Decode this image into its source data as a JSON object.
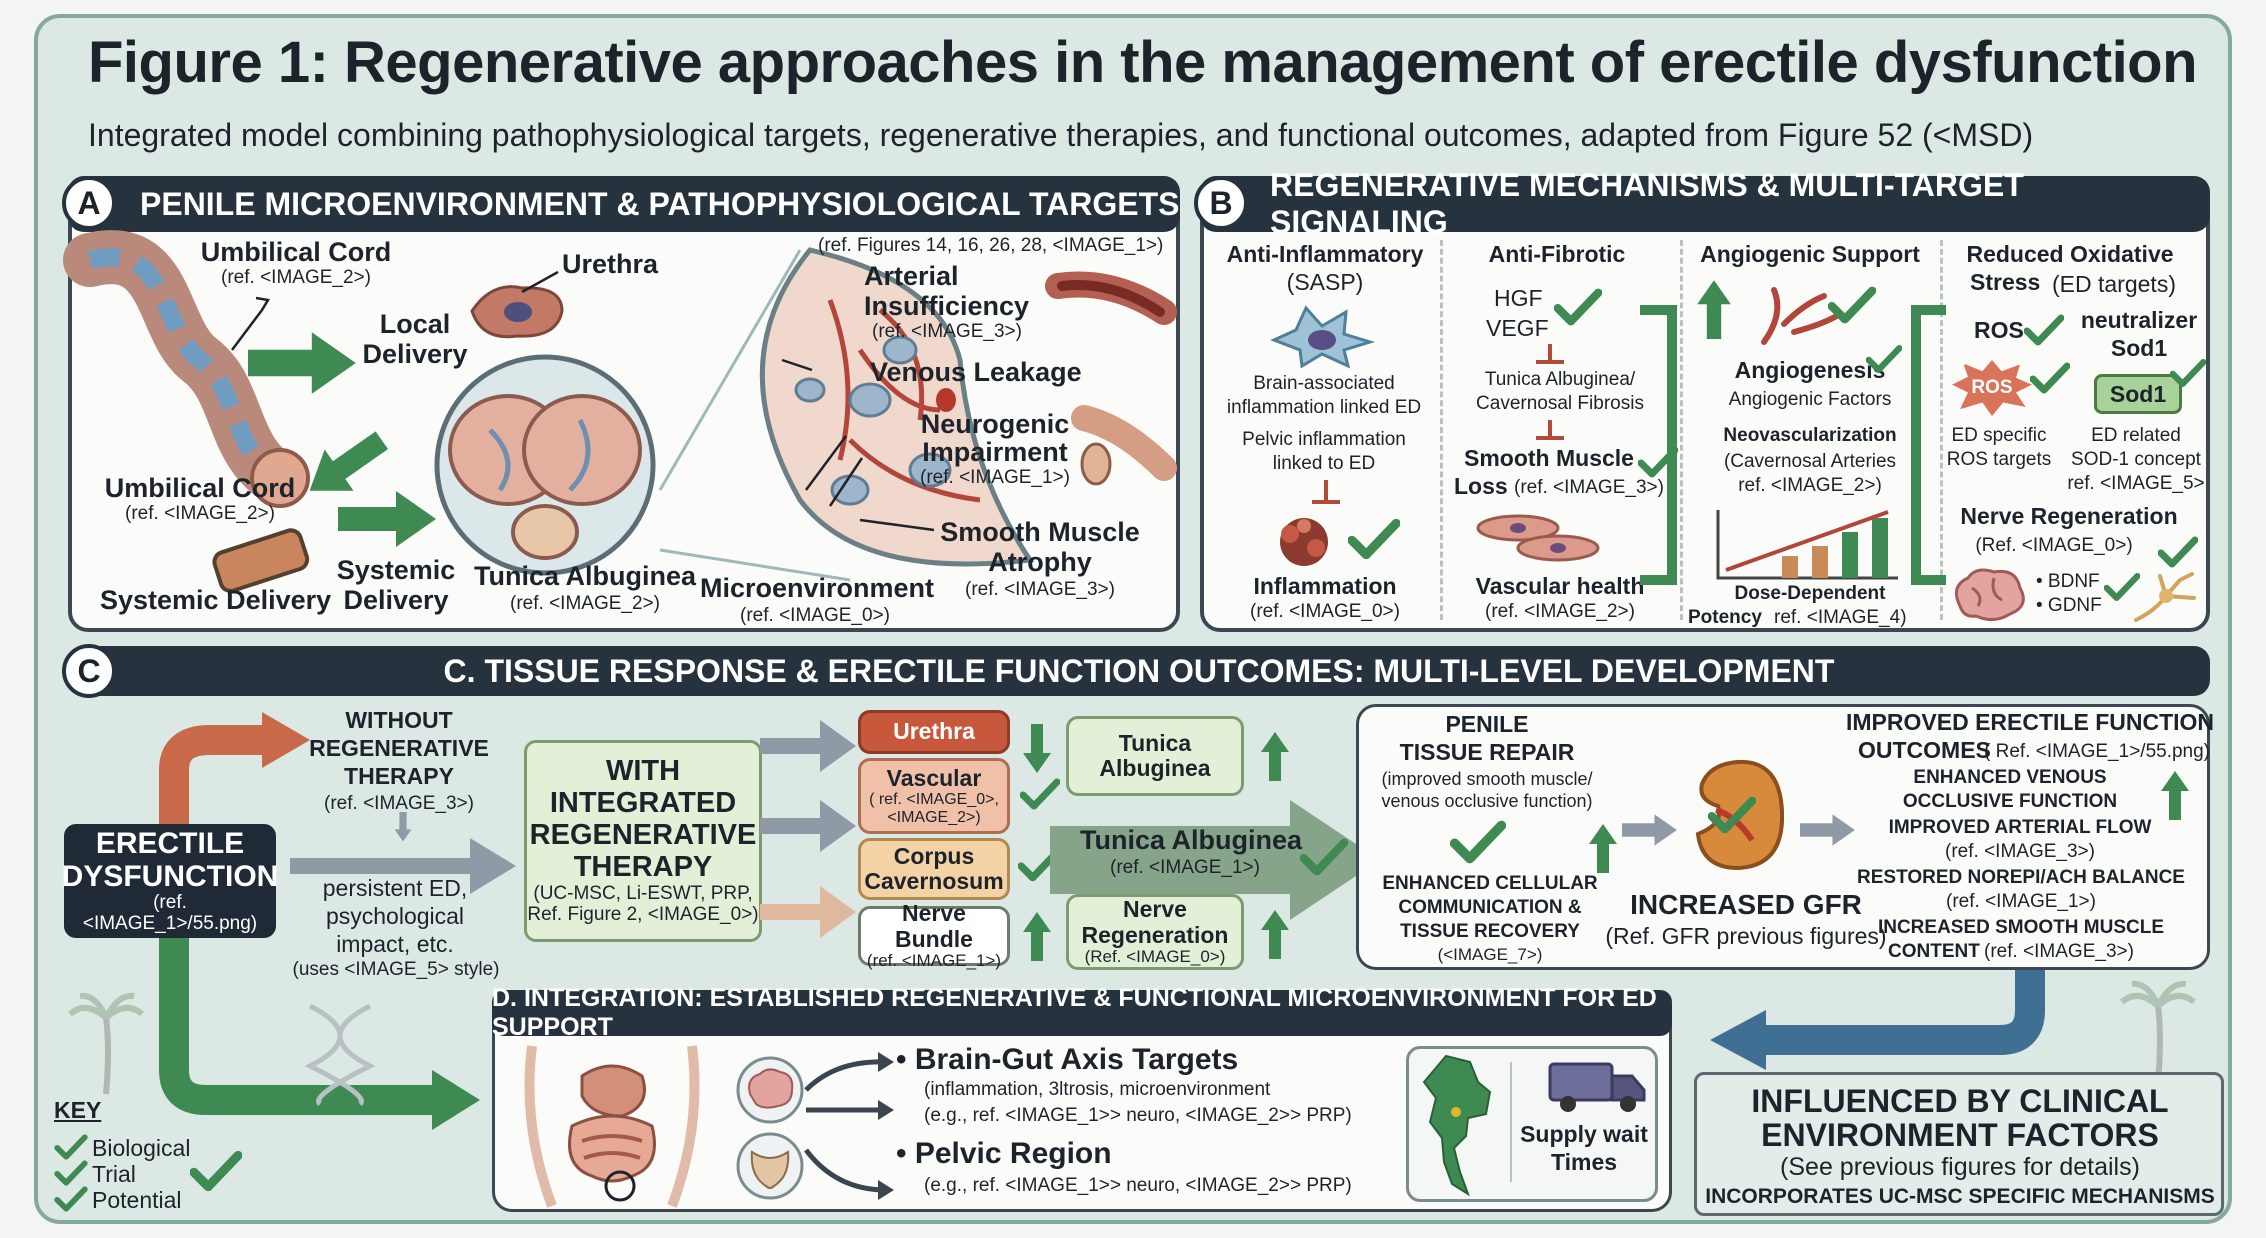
{
  "title": "Figure 1: Regenerative approaches in the management of erectile dysfunction",
  "subtitle": "Integrated model combining pathophysiological targets, regenerative therapies, and functional outcomes, adapted from Figure 52 (<MSD)",
  "colors": {
    "dark": "#26323e",
    "green": "#3f8a52",
    "red": "#c05a3c",
    "blue": "#3f6f93",
    "panel": "#fbfcfa",
    "bg": "#dbe8e4"
  },
  "panelA": {
    "letter": "A",
    "header": "PENILE MICROENVIRONMENT & PATHOPHYSIOLOGICAL TARGETS",
    "umbilical_top": "Umbilical Cord",
    "umbilical_top_ref": "(ref. <IMAGE_2>)",
    "urethra": "Urethra",
    "local_delivery_1": "Local",
    "local_delivery_2": "Delivery",
    "refs_figures": "(ref. Figures 14, 16, 26, 28, <IMAGE_1>)",
    "arterial_1": "Arterial",
    "arterial_2": "Insufficiency",
    "arterial_ref": "(ref. <IMAGE_3>)",
    "venous": "Venous Leakage",
    "neuro_1": "Neurogenic",
    "neuro_2": "Impairment",
    "neuro_ref": "(ref. <IMAGE_1>)",
    "umbilical_bottom": "Umbilical Cord",
    "umbilical_bottom_ref": "(ref. <IMAGE_2>)",
    "smooth_1": "Smooth Muscle",
    "smooth_2": "Atrophy",
    "smooth_ref": "(ref. <IMAGE_3>)",
    "systemic_1": "Systemic",
    "systemic_2": "Delivery",
    "systemic_delivery": "Systemic Delivery",
    "tunica": "Tunica Albuginea",
    "tunica_ref": "(ref. <IMAGE_2>)",
    "micro": "Microenvironment",
    "micro_ref": "(ref. <IMAGE_0>)"
  },
  "panelB": {
    "letter": "B",
    "header": "REGENERATIVE MECHANISMS & MULTI-TARGET SIGNALING",
    "anti_inflam": "Anti-Inflammatory",
    "sasp": "(SASP)",
    "brain_inflam_1": "Brain-associated",
    "brain_inflam_2": "inflammation linked ED",
    "pelvic_inflam_1": "Pelvic inflammation",
    "pelvic_inflam_2": "linked to ED",
    "inflammation": "Inflammation",
    "inflammation_ref": "(ref. <IMAGE_0>)",
    "anti_fibrotic": "Anti-Fibrotic",
    "hgf": "HGF",
    "vegf": "VEGF",
    "fibrosis_1": "Tunica Albuginea/",
    "fibrosis_2": "Cavernosal Fibrosis",
    "smooth_loss_1": "Smooth Muscle",
    "smooth_loss_2": "Loss",
    "smooth_loss_ref": "(ref. <IMAGE_3>)",
    "vascular": "Vascular health",
    "vascular_ref": "(ref. <IMAGE_2>)",
    "angio_support": "Angiogenic Support",
    "angiogenesis": "Angiogenesis",
    "angio_factors": "Angiogenic Factors",
    "neovasc": "Neovascularization",
    "neovasc_sub": "(Cavernosal Arteries",
    "neovasc_ref": "ref. <IMAGE_2>)",
    "dose_1": "Dose-Dependent",
    "dose_2": "Potency",
    "dose_ref": "ref. <IMAGE_4)",
    "oxid_1": "Reduced Oxidative",
    "oxid_2": "Stress",
    "oxid_2b": "(ED targets)",
    "ros": "ROS",
    "ros_badge": "ROS",
    "neutralizer_1": "neutralizer",
    "neutralizer_2": "Sod1",
    "sod1_badge": "Sod1",
    "ed_ros_1": "ED specific",
    "ed_ros_2": "ROS targets",
    "ed_sod_1": "ED related",
    "ed_sod_2": "SOD-1 concept",
    "ed_sod_ref": "ref. <IMAGE_5>",
    "nerve_regen": "Nerve Regeneration",
    "nerve_regen_ref": "(Ref. <IMAGE_0>)",
    "bdnf": "• BDNF",
    "gdnf": "• GDNF"
  },
  "panelC": {
    "letter": "C",
    "header": "C. TISSUE RESPONSE & ERECTILE FUNCTION OUTCOMES: MULTI-LEVEL DEVELOPMENT",
    "ed_1": "ERECTILE",
    "ed_2": "DYSFUNCTION",
    "ed_ref": "(ref. <IMAGE_1>/55.png)",
    "without_1": "WITHOUT",
    "without_2": "REGENERATIVE",
    "without_3": "THERAPY",
    "without_ref": "(ref. <IMAGE_3>)",
    "persist_1": "persistent ED,",
    "persist_2": "psychological",
    "persist_3": "impact, etc.",
    "persist_4": "(uses <IMAGE_5> style)",
    "with_1": "WITH",
    "with_2": "INTEGRATED",
    "with_3": "REGENERATIVE",
    "with_4": "THERAPY",
    "with_sub_1": "(UC-MSC, Li-ESWT, PRP,",
    "with_sub_2": "Ref. Figure 2, <IMAGE_0>)",
    "urethra": "Urethra",
    "vascular": "Vascular",
    "vascular_ref_1": "( ref. <IMAGE_0>,",
    "vascular_ref_2": "<IMAGE_2>)",
    "corpus_1": "Corpus",
    "corpus_2": "Cavernosum",
    "nerve_bundle": "Nerve Bundle",
    "nerve_bundle_ref": "(ref. <IMAGE_1>)",
    "tunica_box_1": "Tunica",
    "tunica_box_2": "Albuginea",
    "tunica_mid": "Tunica Albuginea",
    "tunica_mid_ref": "(ref. <IMAGE_1>)",
    "nerve_regen_1": "Nerve",
    "nerve_regen_2": "Regeneration",
    "nerve_regen_ref": "(Ref. <IMAGE_0>)",
    "repair_1": "PENILE",
    "repair_2": "TISSUE REPAIR",
    "repair_sub_1": "(improved smooth muscle/",
    "repair_sub_2": "venous occlusive function)",
    "enh_1": "ENHANCED CELLULAR",
    "enh_2": "COMMUNICATION &",
    "enh_3": "TISSUE RECOVERY",
    "enh_ref": "(<IMAGE_7>)",
    "gfr": "INCREASED GFR",
    "gfr_ref": "(Ref. GFR previous figures)",
    "out_1": "IMPROVED ERECTILE FUNCTION",
    "out_2": "OUTCOMES",
    "out_2_ref": "( Ref. <IMAGE_1>/55.png)",
    "out_3": "ENHANCED VENOUS",
    "out_4": "OCCLUSIVE FUNCTION",
    "out_5": "IMPROVED ARTERIAL FLOW",
    "out_5_ref": "(ref. <IMAGE_3>)",
    "out_6": "RESTORED NOREPI/ACH BALANCE",
    "out_6_ref": "(ref. <IMAGE_1>)",
    "out_7": "INCREASED SMOOTH MUSCLE",
    "out_8": "CONTENT",
    "out_8_ref": "(ref. <IMAGE_3>)"
  },
  "panelD": {
    "header": "D. INTEGRATION: ESTABLISHED REGENERATIVE & FUNCTIONAL MICROENVIRONMENT FOR ED SUPPORT",
    "brain_gut": "• Brain-Gut Axis Targets",
    "brain_gut_sub": "(inflammation, 3ltrosis, microenvironment",
    "brain_gut_eg": "(e.g., ref. <IMAGE_1>> neuro, <IMAGE_2>> PRP)",
    "pelvic": "• Pelvic Region",
    "pelvic_eg": "(e.g., ref. <IMAGE_1>> neuro, <IMAGE_2>> PRP)",
    "supply_1": "Supply wait",
    "supply_2": "Times"
  },
  "key": {
    "title": "KEY",
    "items": [
      "Biological",
      "Trial",
      "Potential"
    ]
  },
  "influence": {
    "line_1": "INFLUENCED BY CLINICAL",
    "line_2": "ENVIRONMENT FACTORS",
    "line_3": "(See previous figures for details)",
    "line_4": "INCORPORATES UC-MSC SPECIFIC MECHANISMS"
  }
}
